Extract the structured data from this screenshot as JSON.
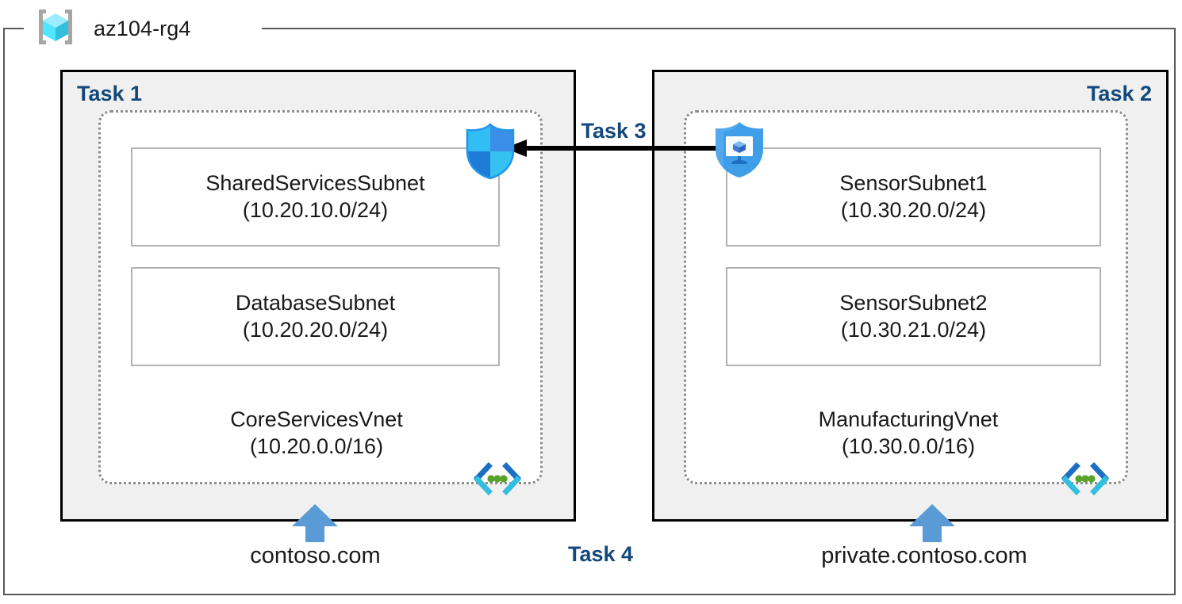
{
  "resource_group": {
    "name": "az104-rg4",
    "icon": "resource-group-cube-icon"
  },
  "task_panels": [
    {
      "id": "task1",
      "label": "Task 1",
      "vnet": {
        "name": "CoreServicesVnet",
        "cidr": "(10.20.0.0/16)",
        "icon": "virtual-network-icon"
      },
      "subnets": [
        {
          "name": "SharedServicesSubnet",
          "cidr": "(10.20.10.0/24)"
        },
        {
          "name": "DatabaseSubnet",
          "cidr": "(10.20.20.0/24)"
        }
      ],
      "dns_zone": "contoso.com"
    },
    {
      "id": "task2",
      "label": "Task 2",
      "vnet": {
        "name": "ManufacturingVnet",
        "cidr": "(10.30.0.0/16)",
        "icon": "virtual-network-icon"
      },
      "subnets": [
        {
          "name": "SensorSubnet1",
          "cidr": "(10.30.20.0/24)"
        },
        {
          "name": "SensorSubnet2",
          "cidr": "(10.30.21.0/24)"
        }
      ],
      "dns_zone": "private.contoso.com"
    }
  ],
  "connections": [
    {
      "id": "task3",
      "label": "Task 3",
      "icon_left": "network-security-shield-icon",
      "icon_right": "private-endpoint-shield-icon",
      "direction": "right-to-left"
    },
    {
      "id": "task4",
      "label": "Task 4",
      "icon": "dns-up-arrow-icon"
    }
  ],
  "colors": {
    "task_label": "#13487c",
    "panel_fill": "#f0f0f0",
    "panel_border": "#000000",
    "vnet_border": "#8c8c8c",
    "subnet_border": "#b3b3b3",
    "frame_border": "#595959",
    "dns_arrow": "#5b9bd5",
    "azure_blue": "#0078d4",
    "cube_cyan": "#50e6ff",
    "vnet_icon_green": "#5aa32a"
  }
}
